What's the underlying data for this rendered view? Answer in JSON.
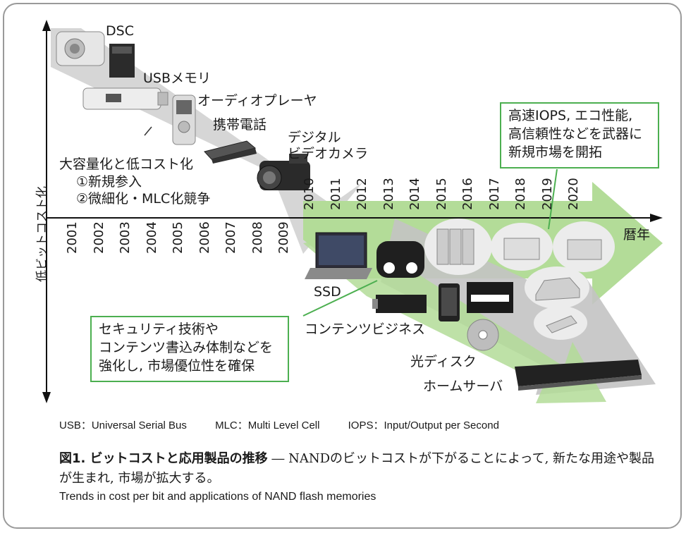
{
  "axis": {
    "y_label": "低ビットコスト化",
    "x_label": "暦年",
    "years_below": [
      "2001",
      "2002",
      "2003",
      "2004",
      "2005",
      "2006",
      "2007",
      "2008",
      "2009"
    ],
    "years_above": [
      "2010",
      "2011",
      "2012",
      "2013",
      "2014",
      "2015",
      "2016",
      "2017",
      "2018",
      "2019",
      "2020"
    ]
  },
  "products": {
    "dsc": "DSC",
    "usb": "USBメモリ",
    "audio": "オーディオプレーヤ",
    "phone": "携帯電話",
    "video1": "デジタル",
    "video2": "ビデオカメラ",
    "ssd": "SSD",
    "content": "コンテンツビジネス",
    "disc": "光ディスク",
    "server": "ホームサーバ"
  },
  "trend_text": {
    "line1": "大容量化と低コスト化",
    "line2": "①新規参入",
    "line3": "②微細化・MLC化競争"
  },
  "callout_top": [
    "高速IOPS, エコ性能,",
    "高信頼性などを武器に",
    "新規市場を開拓"
  ],
  "callout_bottom": [
    "セキュリティ技術や",
    "コンテンツ書込み体制などを",
    "強化し, 市場優位性を確保"
  ],
  "legend": {
    "usb": "USB：Universal Serial Bus",
    "mlc": "MLC：Multi Level Cell",
    "iops": "IOPS：Input/Output per Second"
  },
  "caption": {
    "fig": "図1. ビットコストと応用製品の推移",
    "text": " ― NANDのビットコストが下がることによって, 新たな用途や製品が生まれ, 市場が拡大する。",
    "english": "Trends in cost per bit and applications of NAND flash memories"
  },
  "colors": {
    "gray_arrow": "#c8c8c8",
    "green_arrow": "#a9d58f",
    "callout_border": "#4caf50"
  }
}
